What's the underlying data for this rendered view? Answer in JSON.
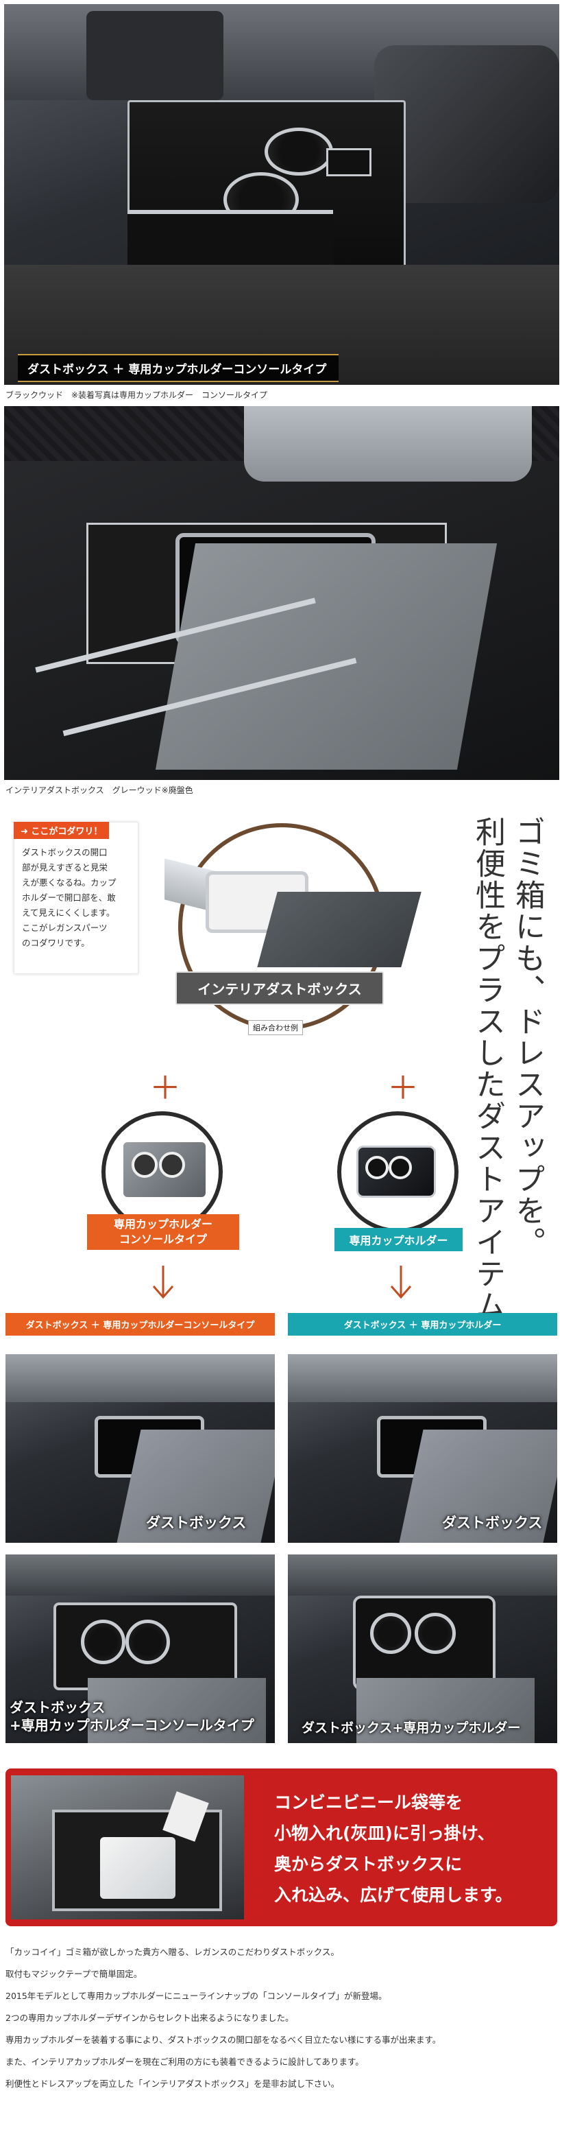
{
  "top_photo": {
    "banner": "ダストボックス ＋ 専用カップホルダーコンソールタイプ"
  },
  "captions": {
    "first": "ブラックウッド　※装着写真は専用カップホルダー　コンソールタイプ",
    "second": "インテリアダストボックス　グレーウッド※廃盤色"
  },
  "kodawari": {
    "tag": "ここがコダワリ！",
    "lines": [
      "ダストボックスの開口",
      "部が見えすぎると見栄",
      "えが悪くなるね。カップ",
      "ホルダーで開口部を、敢",
      "えて見えにくくします。",
      "ここがレガンスパーツ",
      "のコダワリです。"
    ]
  },
  "headline": {
    "col1": "ゴミ箱にも、ドレスアップを。",
    "col2": "利便性をプラスしたダストアイテム。"
  },
  "product": {
    "main_label": "インテリアダストボックス",
    "example_label": "組み合わせ例",
    "option_left": [
      "専用カップホルダー",
      "コンソールタイプ"
    ],
    "option_right": "専用カップホルダー",
    "plus": "＋"
  },
  "sections": {
    "left_bar": "ダストボックス ＋ 専用カップホルダーコンソールタイプ",
    "right_bar": "ダストボックス ＋ 専用カップホルダー"
  },
  "grid_labels": {
    "top_left": "ダストボックス",
    "top_right": "ダストボックス",
    "bottom_left_1": "ダストボックス",
    "bottom_left_2": "+専用カップホルダーコンソールタイプ",
    "bottom_right": "ダストボックス+専用カップホルダー"
  },
  "red_box": {
    "lines": [
      "コンビニビニール袋等を",
      "小物入れ(灰皿)に引っ掛け、",
      "奥からダストボックスに",
      "入れ込み、広げて使用します。"
    ]
  },
  "footer": {
    "lines": [
      "「カッコイイ」ゴミ箱が欲しかった貴方へ贈る、レガンスのこだわりダストボックス。",
      "取付もマジックテープで簡単固定。",
      "2015年モデルとして専用カップホルダーにニューラインナップの「コンソールタイプ」が新登場。",
      "2つの専用カップホルダーデザインからセレクト出来るようになりました。",
      "専用カップホルダーを装着する事により、ダストボックスの開口部をなるべく目立たない様にする事が出来ます。",
      "また、インテリアカップホルダーを現在ご利用の方にも装着できるように設計してあります。",
      "利便性とドレスアップを両立した「インテリアダストボックス」を是非お試し下さい。"
    ]
  },
  "colors": {
    "orange": "#e8601f",
    "teal": "#1aa6b0",
    "red": "#c81e1e",
    "banner_gold": "#c89b3c"
  }
}
